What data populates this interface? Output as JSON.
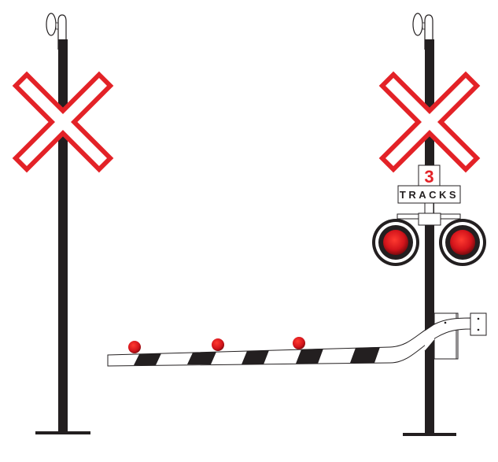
{
  "diagram": {
    "title": "Railroad crossing signals",
    "colors": {
      "pole": "#231f20",
      "crossbuck_border": "#e32227",
      "crossbuck_fill": "#ffffff",
      "light_red": "#e0141c",
      "light_ring": "#231f20",
      "gate_stripe": "#231f20"
    },
    "left_signal": {
      "name": "left crossbuck post"
    },
    "right_signal": {
      "name": "right crossbuck post with flashing lights and gate",
      "track_count_label": "3",
      "tracks_label": "TRACKS"
    },
    "gate": {
      "lights_count": 3
    }
  }
}
